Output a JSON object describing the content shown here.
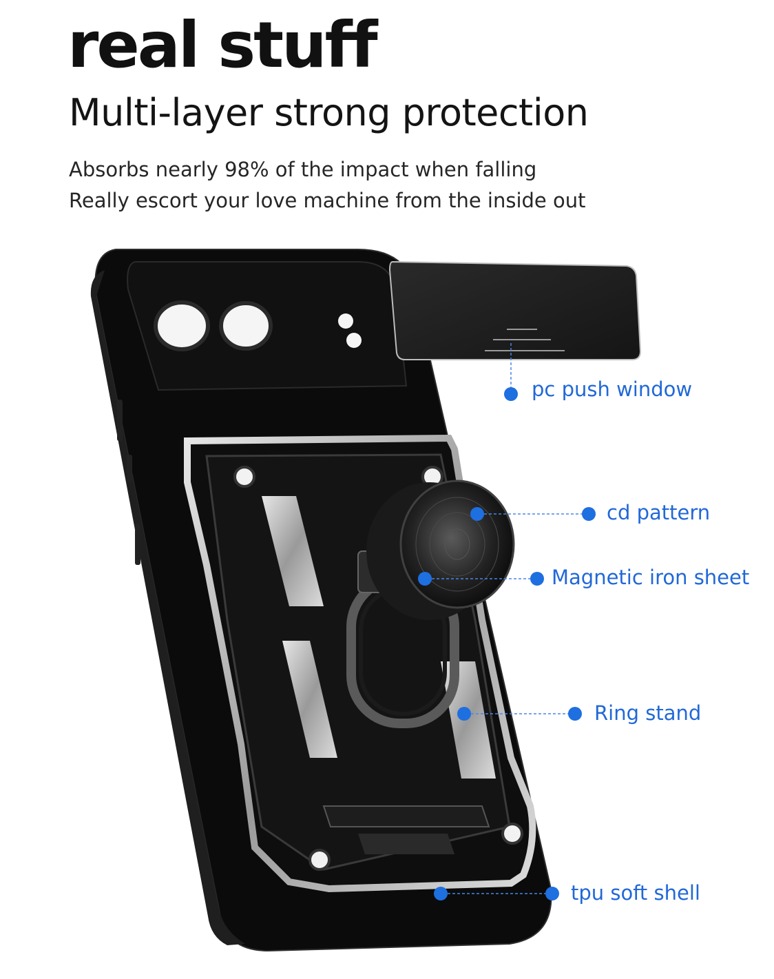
{
  "header": {
    "title": "real stuff",
    "subtitle": "Multi-layer strong protection",
    "description_line_1": "Absorbs nearly 98% of the impact when falling",
    "description_line_2": "Really escort your love machine from the inside out"
  },
  "callouts": {
    "push_window": "pc push window",
    "cd_pattern": "cd pattern",
    "magnetic_sheet": "Magnetic iron sheet",
    "ring_stand": "Ring stand",
    "tpu_shell": "tpu soft shell"
  },
  "colors": {
    "accent": "#1e6fe0",
    "case_black": "#0d0d0d",
    "trim_silver": "#c8c8c8"
  }
}
